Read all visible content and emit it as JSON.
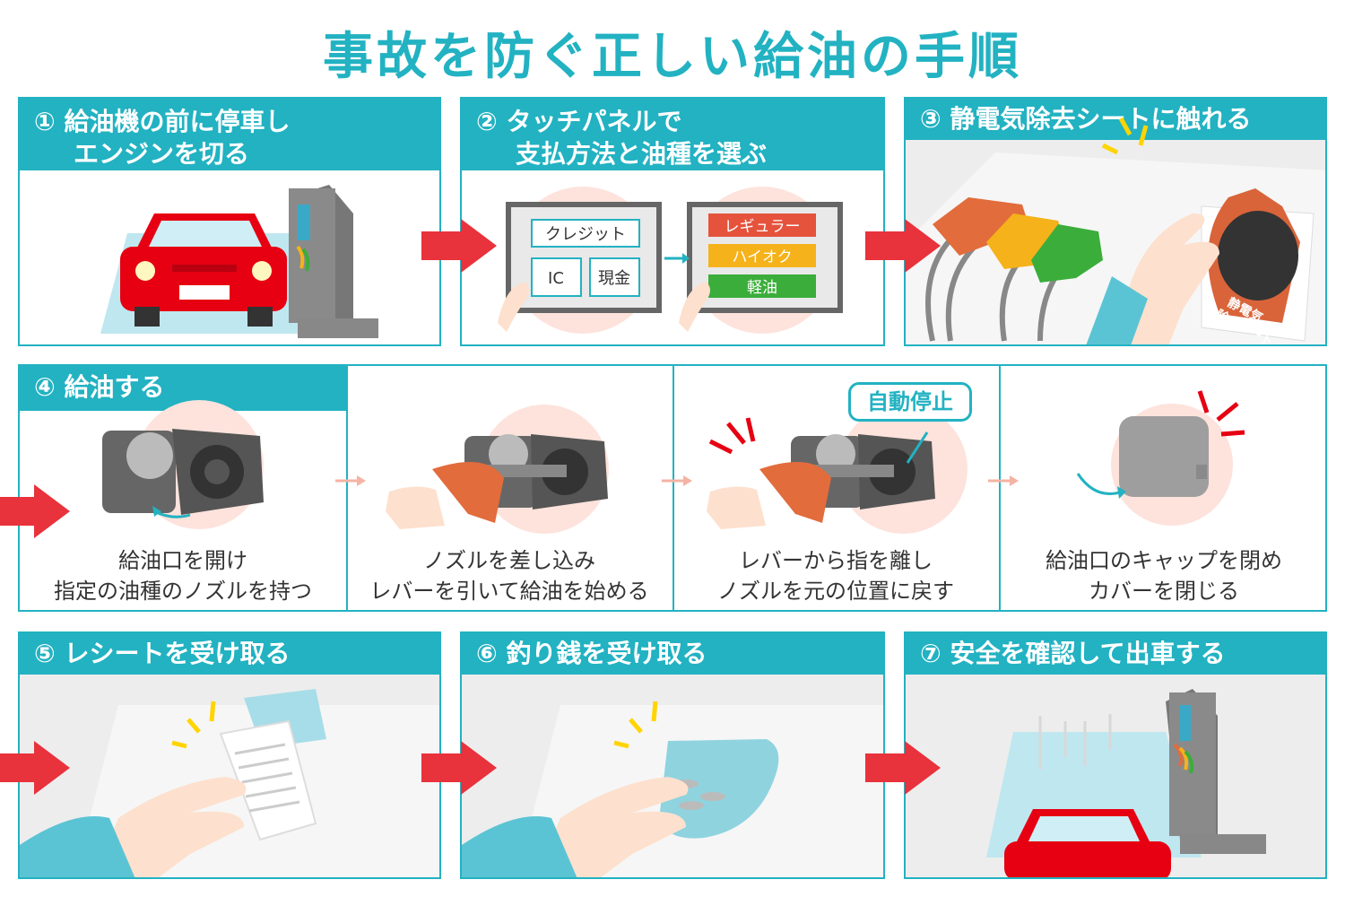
{
  "title": "事故を防ぐ正しい給油の手順",
  "steps": [
    {
      "id": "1",
      "lines": [
        "① 給油機の前に停車し",
        "エンジンを切る"
      ]
    },
    {
      "id": "2",
      "lines": [
        "② タッチパネルで",
        "支払方法と油種を選ぶ"
      ],
      "payment_options": [
        "クレジット",
        "IC",
        "現金"
      ],
      "fuel_options": [
        "レギュラー",
        "ハイオク",
        "軽油"
      ]
    },
    {
      "id": "3",
      "lines": [
        "③ 静電気除去シートに触れる"
      ],
      "sheet_label": [
        "静電気",
        "除去シート"
      ]
    },
    {
      "id": "4",
      "lines": [
        "④ 給油する"
      ],
      "substeps": [
        {
          "caption": [
            "給油口を開け",
            "指定の油種のノズルを持つ"
          ]
        },
        {
          "caption": [
            "ノズルを差し込み",
            "レバーを引いて給油を始める"
          ]
        },
        {
          "caption": [
            "レバーから指を離し",
            "ノズルを元の位置に戻す"
          ],
          "callout": "自動停止"
        },
        {
          "caption": [
            "給油口のキャップを閉め",
            "カバーを閉じる"
          ]
        }
      ]
    },
    {
      "id": "5",
      "lines": [
        "⑤ レシートを受け取る"
      ]
    },
    {
      "id": "6",
      "lines": [
        "⑥ 釣り銭を受け取る"
      ]
    },
    {
      "id": "7",
      "lines": [
        "⑦ 安全を確認して出車する"
      ]
    }
  ],
  "colors": {
    "accent": "#22b2c2",
    "arrow": "#e8323c",
    "regular": "#e5533c",
    "highoctane": "#f5b21a",
    "diesel": "#3bad3b",
    "car": "#e60012",
    "sky": "#bfe7ef"
  }
}
